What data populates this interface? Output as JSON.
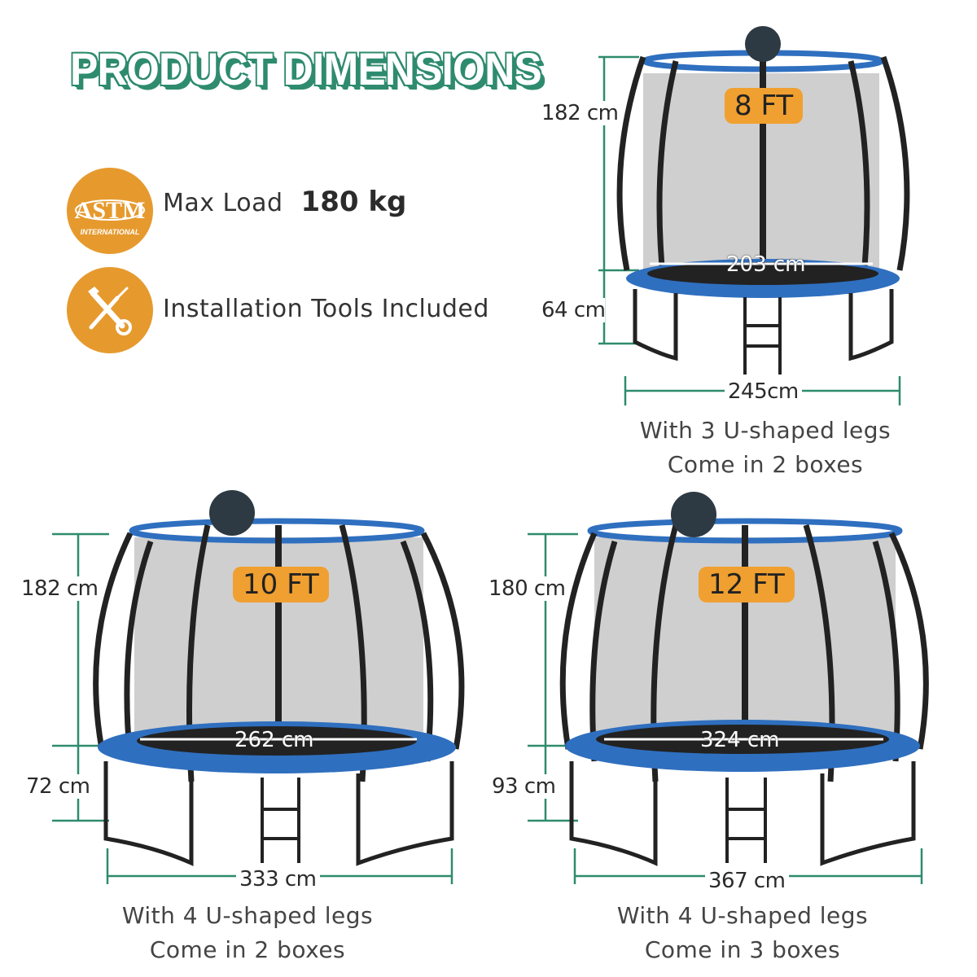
{
  "header": {
    "title": "PRODUCT DIMENSIONS"
  },
  "features": [
    {
      "icon": "astm-international-icon",
      "badge_text": "ASTM",
      "badge_sub": "INTERNATIONAL",
      "label": "Max Load",
      "value": "180 kg"
    },
    {
      "icon": "wrench-screwdriver-icon",
      "label": "Installation Tools Included"
    }
  ],
  "colors": {
    "accent_green": "#2e8b6e",
    "badge_orange": "#e69a2e",
    "size_badge": "#f0a030",
    "pad_blue": "#2f6fbf"
  },
  "products": [
    {
      "size": "8 FT",
      "height": "182 cm",
      "leg_height": "64 cm",
      "mat_diameter": "203 cm",
      "total_diameter": "245cm",
      "caption_line1": "With 3 U-shaped legs",
      "caption_line2": "Come in 2 boxes"
    },
    {
      "size": "10 FT",
      "height": "182 cm",
      "leg_height": "72 cm",
      "mat_diameter": "262 cm",
      "total_diameter": "333 cm",
      "caption_line1": "With 4 U-shaped legs",
      "caption_line2": "Come in 2 boxes"
    },
    {
      "size": "12 FT",
      "height": "180 cm",
      "leg_height": "93 cm",
      "mat_diameter": "324 cm",
      "total_diameter": "367 cm",
      "caption_line1": "With 4 U-shaped legs",
      "caption_line2": "Come in 3 boxes"
    }
  ]
}
